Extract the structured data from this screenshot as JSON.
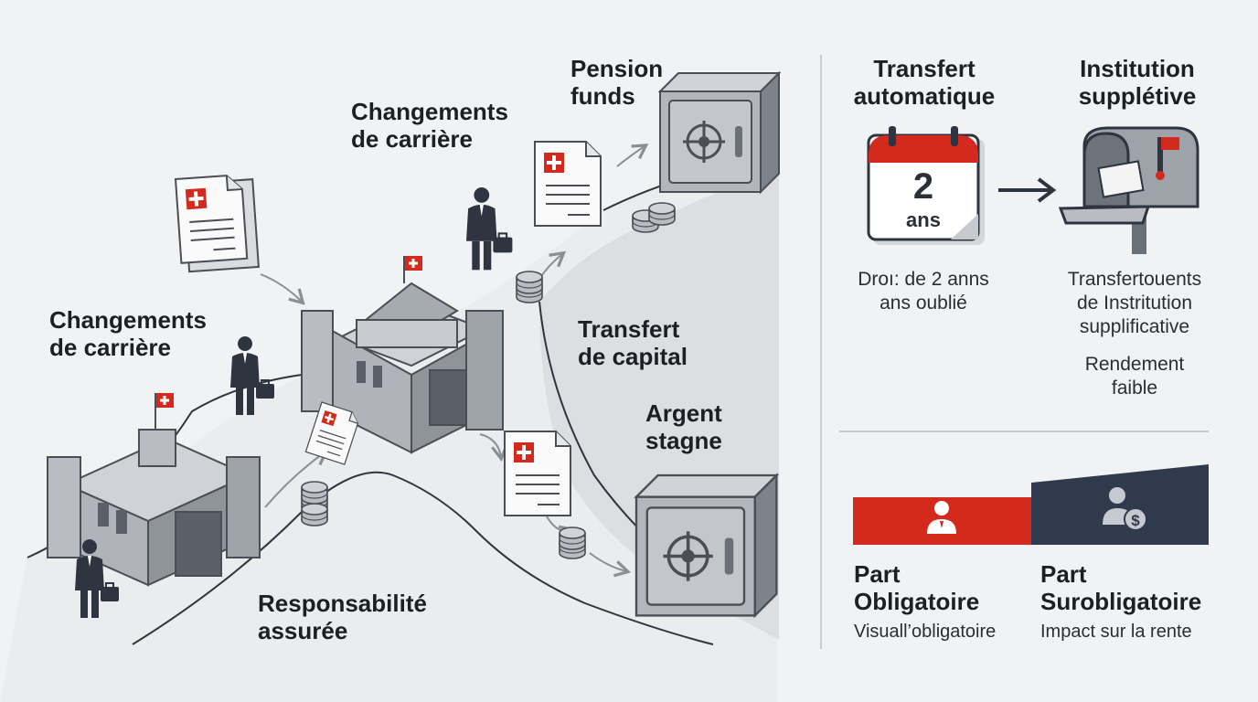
{
  "left": {
    "labels": {
      "pension_funds": [
        "Pension",
        "funds"
      ],
      "changements_top": [
        "Changements",
        "de carrière"
      ],
      "changements_left": [
        "Changements",
        "de carrière"
      ],
      "transfert_capital": [
        "Transfert",
        "de capital"
      ],
      "argent_stagne": [
        "Argent",
        "stagne"
      ],
      "responsabilite": [
        "Responsabilité",
        "assurée"
      ]
    }
  },
  "right": {
    "transfert_auto": [
      "Transfert",
      "automatique"
    ],
    "institution": [
      "Institution",
      "supplétive"
    ],
    "calendar": {
      "number": "2",
      "unit": "ans"
    },
    "droit_text": [
      "Droı: de 2 anns",
      "ans oublié"
    ],
    "transfer_text": [
      "Transfertouents",
      "de Instritution",
      "supplificative"
    ],
    "rendement": [
      "Rendement",
      "faible"
    ],
    "part_obligatoire": {
      "title": [
        "Part",
        "Obligatoire"
      ],
      "sub": "Visuall’obligatoire"
    },
    "part_surobligatoire": {
      "title": [
        "Part",
        "Surobligatoire"
      ],
      "sub": "Impact sur la rente"
    }
  },
  "colors": {
    "accent_red": "#d42a1e",
    "dark_navy": "#2f3b4c",
    "stone": "#9aa0a8",
    "stone_dark": "#5b6068",
    "background": "#f1f2f3"
  },
  "icons": [
    "swiss-flag-icon",
    "document-icon",
    "castle-icon",
    "vault-icon",
    "coins-icon",
    "person-briefcase-icon",
    "calendar-icon",
    "mailbox-icon",
    "arrow-right-icon",
    "user-icon",
    "money-user-icon"
  ]
}
